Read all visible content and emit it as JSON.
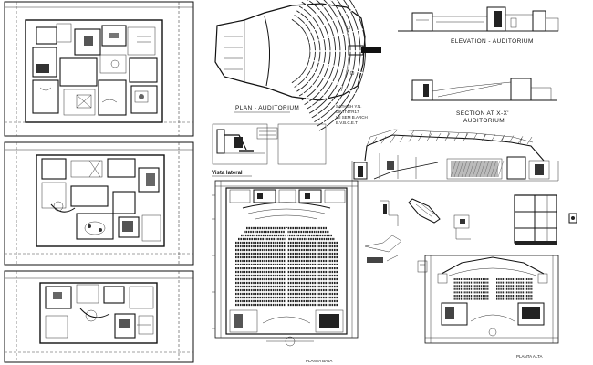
{
  "labels": {
    "plan_auditorium": "PLAN - AUDITORIUM",
    "author_1": "SATHISH Y.N.",
    "author_2": "09VIT4TR17",
    "author_3": "VII SEM B.ARCH",
    "author_4": "B.V.B.C.E.T",
    "elevation": "ELEVATION - AUDITORIUM",
    "section_1": "SECTION AT X-X'",
    "section_2": "AUDITORIUM",
    "vista_lateral": "Vista lateral",
    "planta_baja": "PLANTA BAJA",
    "planta_alta": "PLANTA ALTA"
  }
}
